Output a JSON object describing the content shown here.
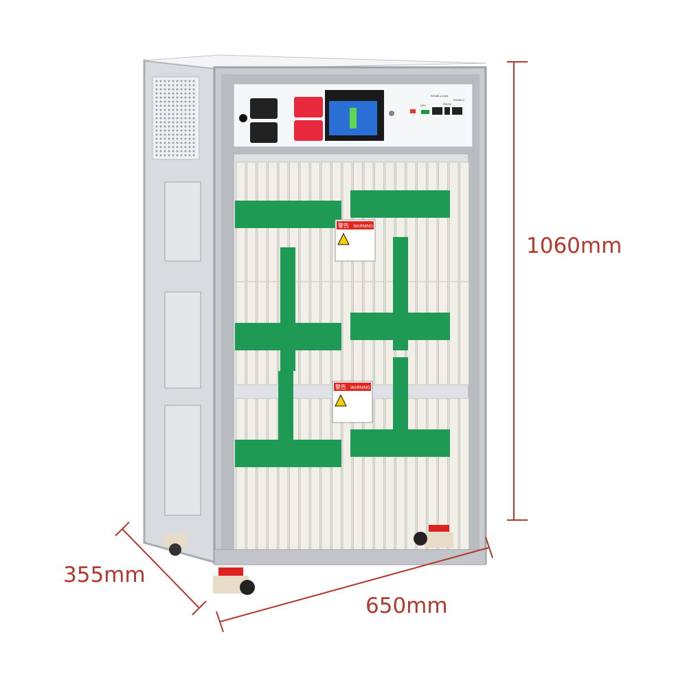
{
  "product": {
    "dimensions": {
      "height": "1060mm",
      "depth": "355mm",
      "width": "650mm"
    },
    "warning_labels": [
      {
        "title_cn": "警告",
        "title_en": "WARNING"
      },
      {
        "title_cn": "警告",
        "title_en": "WARNING"
      }
    ],
    "control_panel": {
      "ports": [
        "DRY",
        "RS485-1/CAN",
        "RS232",
        "RS485-2"
      ]
    }
  },
  "colors": {
    "dimension": "#b2392b",
    "frame": "#c8ccd0",
    "busbar": "#1f9a55",
    "terminal_positive": "#e8283c",
    "terminal_negative": "#222222",
    "screen": "#2a6fd6"
  }
}
